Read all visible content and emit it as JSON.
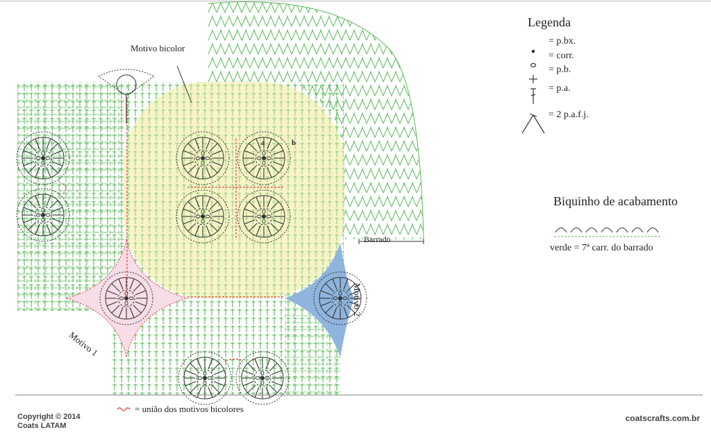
{
  "legend": {
    "title": "Legenda",
    "items": [
      {
        "icon": "chain-stitch-icon",
        "label": "= p.bx."
      },
      {
        "icon": "dot-stitch-icon",
        "label": "= corr."
      },
      {
        "icon": "oval-stitch-icon",
        "label": "= p.b."
      },
      {
        "icon": "cross-stitch-icon",
        "label": "= p.a."
      },
      {
        "icon": "double-crochet-icon",
        "label": "= 2 p.a.f.j."
      }
    ]
  },
  "diagram": {
    "labels": {
      "motivo_bicolor": "Motivo bicolor",
      "motivo_1": "Motivo 1",
      "motivo_2": "Motivo 2",
      "barrado": "Barrado",
      "a": "a",
      "b": "b"
    },
    "colors": {
      "green": "#5cb85c",
      "yellow": "#f7f3c4",
      "pink": "#f6dde6",
      "blue": "#8fb4dd",
      "red": "#e04040",
      "dark": "#333333"
    }
  },
  "biquinho": {
    "title": "Biquinho de acabamento",
    "note": "verde = 7ª carr. do barrado"
  },
  "footer": {
    "union_label": "= união dos motivos bicolores",
    "copyright_line1": "Copyright © 2014",
    "copyright_line2": "Coats LATAM",
    "website": "coatscrafts.com.br"
  }
}
